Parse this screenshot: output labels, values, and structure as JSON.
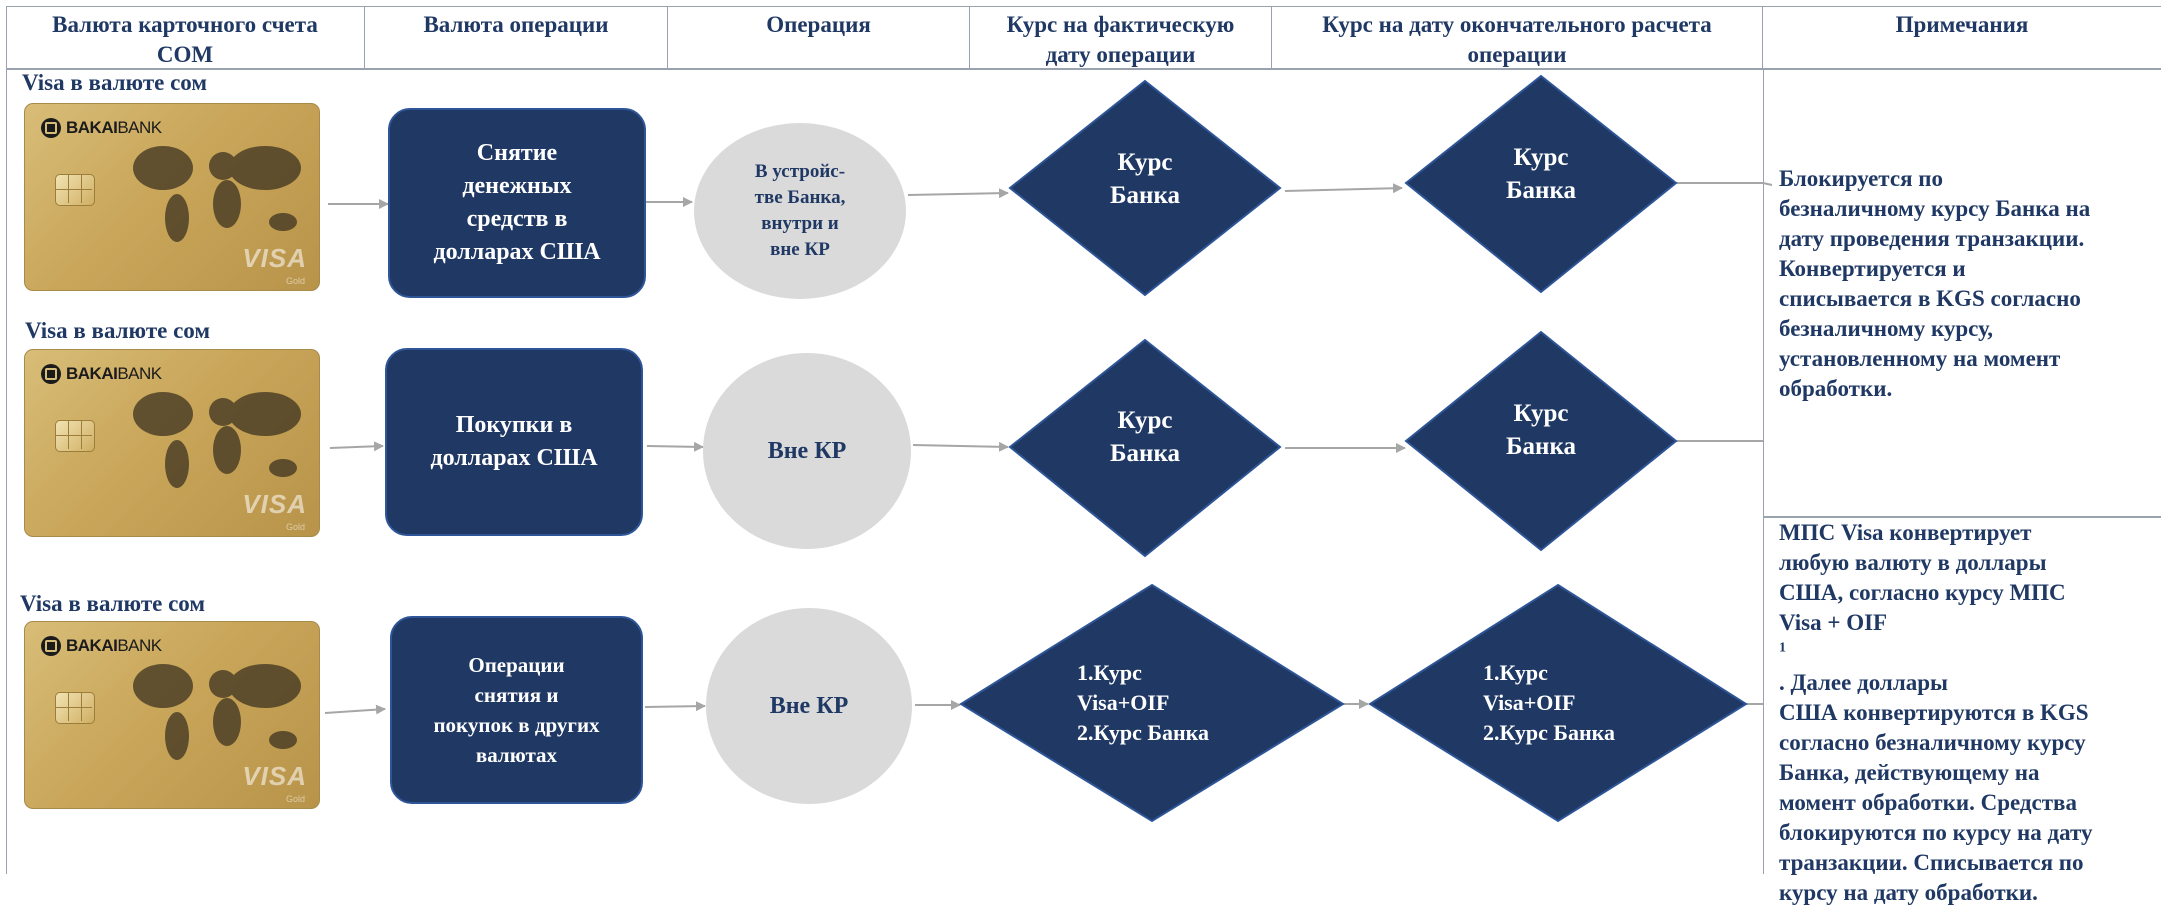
{
  "headers": [
    {
      "lines": [
        "Валюта карточного счета",
        "СОМ"
      ]
    },
    {
      "lines": [
        "Валюта операции"
      ]
    },
    {
      "lines": [
        "Операция"
      ]
    },
    {
      "lines": [
        "Курс на фактическую",
        "дату операции"
      ]
    },
    {
      "lines": [
        "Курс на дату окончательного расчета",
        "операции"
      ]
    },
    {
      "lines": [
        "Примечания"
      ]
    }
  ],
  "card": {
    "bank_prefix": "BAKAI",
    "bank_suffix": "BANK",
    "network": "VISA",
    "tier": "Gold"
  },
  "rows": [
    {
      "label": "Visa в валюте сом",
      "currency_op": [
        "Снятие",
        "денежных",
        "средств в",
        "долларах США"
      ],
      "operation": [
        "В устройс-",
        "тве Банка,",
        "внутри и",
        "вне КР"
      ],
      "rate_actual": [
        "Курс",
        "Банка"
      ],
      "rate_final": [
        "Курс",
        "Банка"
      ]
    },
    {
      "label": "Visa в валюте сом",
      "currency_op": [
        "Покупки в",
        "долларах США"
      ],
      "operation": [
        "Вне КР"
      ],
      "rate_actual": [
        "Курс",
        "Банка"
      ],
      "rate_final": [
        "Курс",
        "Банка"
      ]
    },
    {
      "label": "Visa в валюте сом",
      "currency_op": [
        "Операции",
        "снятия и",
        "покупок в других",
        "валютах"
      ],
      "operation": [
        "Вне КР"
      ],
      "rate_actual": [
        "1.Курс",
        "Visa+OIF",
        "2.Курс Банка"
      ],
      "rate_final": [
        "1.Курс",
        "Visa+OIF",
        "2.Курс Банка"
      ]
    }
  ],
  "notes": {
    "top": [
      "Блокируется по",
      "безналичному курсу Банка на",
      "дату проведения транзакции.",
      "Конвертируется и",
      "списывается в KGS согласно",
      "безналичному курсу,",
      "установленному на момент",
      "обработки."
    ],
    "bottom_line1": "МПС Visa конвертирует",
    "bottom_line2": "любую валюту в доллары",
    "bottom_line3": "США, согласно курсу МПС",
    "bottom_line4_a": "Visa + OIF",
    "bottom_line4_sup": "1",
    "bottom_line4_b": ". Далее доллары",
    "bottom_rest": [
      "США конвертируются в KGS",
      "согласно безналичному курсу",
      "Банка, действующему на",
      "момент обработки. Средства",
      "блокируются по курсу на дату",
      "транзакции. Списывается по",
      "курсу на дату обработки."
    ]
  },
  "colors": {
    "navy": "#1f3864",
    "navy_border": "#2e5597",
    "circle_fill": "#dadada",
    "card_gold": "#c9a65a",
    "arrow": "#a6a6a6"
  }
}
